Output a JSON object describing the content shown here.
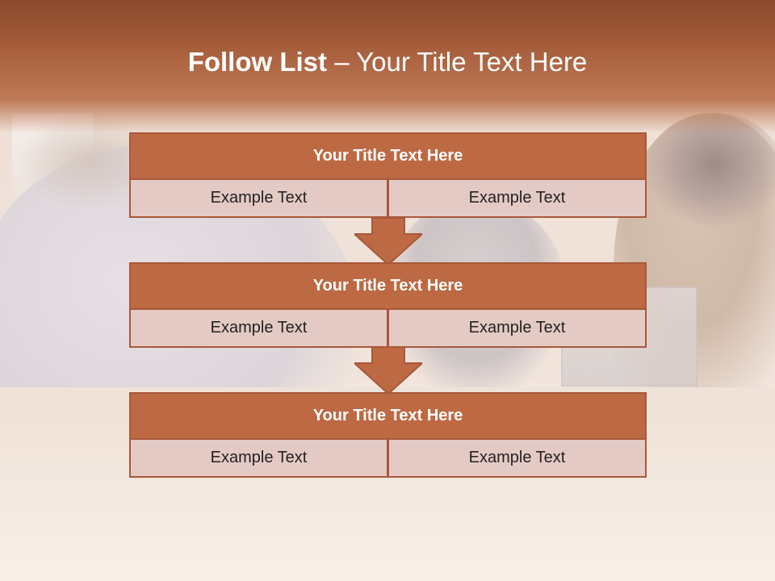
{
  "slide": {
    "title_bold": "Follow List",
    "title_rest": " – Your Title Text Here"
  },
  "rows": [
    {
      "heading": "Your Title Text Here",
      "left": "Example Text",
      "right": "Example Text"
    },
    {
      "heading": "Your Title Text Here",
      "left": "Example Text",
      "right": "Example Text"
    },
    {
      "heading": "Your Title Text Here",
      "left": "Example Text",
      "right": "Example Text"
    }
  ],
  "colors": {
    "header_band": "#a65d3b",
    "box_heading": "#bd6a44",
    "box_border": "#a8583a",
    "box_cell": "#e4cac5",
    "arrow": "#bd6a44"
  },
  "icons": [
    "arrow-down-icon",
    "arrow-down-icon"
  ]
}
